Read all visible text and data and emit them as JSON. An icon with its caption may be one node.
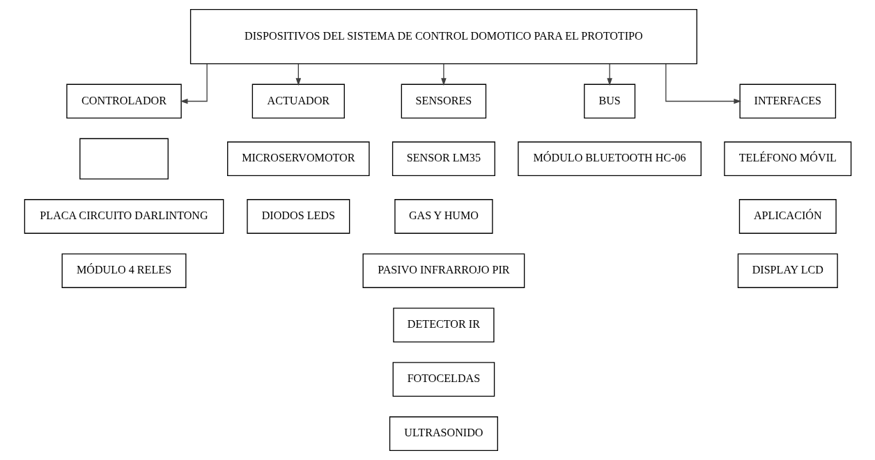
{
  "diagram": {
    "nodes": [
      {
        "text": [
          "DISPOSITIVOS DEL SISTEMA DE CONTROL DOMOTICO PARA EL PROTOTIPO"
        ]
      },
      {
        "text": [
          "CONTROLADOR"
        ]
      },
      {
        "text": [
          "ACTUADOR"
        ]
      },
      {
        "text": [
          "SENSORES"
        ]
      },
      {
        "text": [
          "BUS"
        ]
      },
      {
        "text": [
          "INTERFACES"
        ]
      },
      {
        "text": [],
        "shape": "box"
      },
      {
        "text": [
          "PLACA CIRCUITO DARLINTONG"
        ]
      },
      {
        "text": [
          "MÓDULO 4 RELES"
        ]
      },
      {
        "text": [
          "MICROSERVOMOTOR"
        ]
      },
      {
        "text": [
          "DIODOS LEDS"
        ]
      },
      {
        "text": [
          "SENSOR LM35"
        ]
      },
      {
        "text": [
          "GAS Y HUMO"
        ]
      },
      {
        "text": [
          "PASIVO INFRARROJO PIR"
        ]
      },
      {
        "text": [
          "DETECTOR IR"
        ]
      },
      {
        "text": [
          "FOTOCELDAS"
        ]
      },
      {
        "text": [
          "ULTRASONIDO"
        ]
      },
      {
        "text": [
          "MÓDULO BLUETOOTH HC-06"
        ]
      },
      {
        "text": [
          "TELÉFONO MÓVIL"
        ]
      },
      {
        "text": [
          "APLICACIÓN"
        ]
      },
      {
        "text": [
          "DISPLAY LCD"
        ]
      }
    ],
    "edges": [
      {
        "from": 0,
        "to": 1,
        "arrow": "to"
      },
      {
        "from": 0,
        "to": 2,
        "arrow": "to"
      },
      {
        "from": 0,
        "to": 3,
        "arrow": "to"
      },
      {
        "from": 0,
        "to": 4,
        "arrow": "to"
      },
      {
        "from": 0,
        "to": 5,
        "arrow": "to"
      }
    ]
  }
}
